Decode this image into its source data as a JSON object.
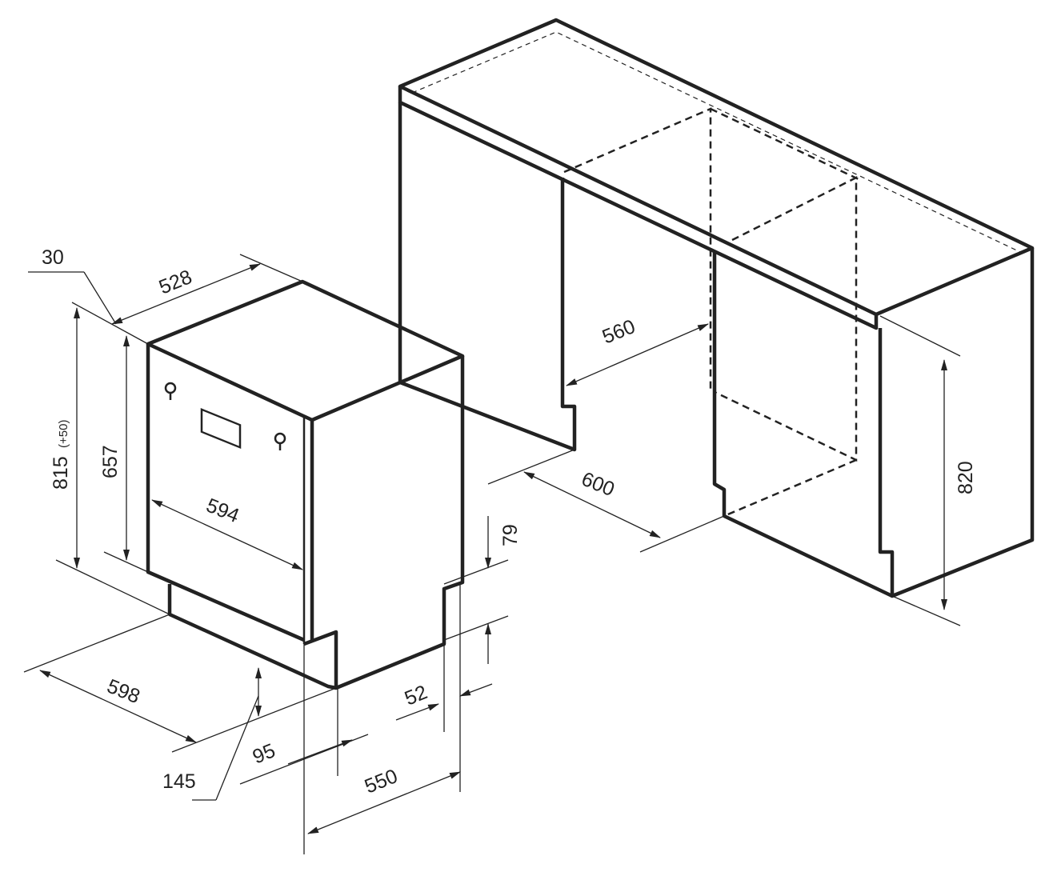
{
  "labels": {
    "d30": "30",
    "d528": "528",
    "d815": "815",
    "d815_tol": "(+50)",
    "d657": "657",
    "d594": "594",
    "d598": "598",
    "d145": "145",
    "d95": "95",
    "d550": "550",
    "d52": "52",
    "d79": "79",
    "d560": "560",
    "d600": "600",
    "d820": "820"
  },
  "colors": {
    "line": "#222222",
    "background": "#ffffff"
  }
}
